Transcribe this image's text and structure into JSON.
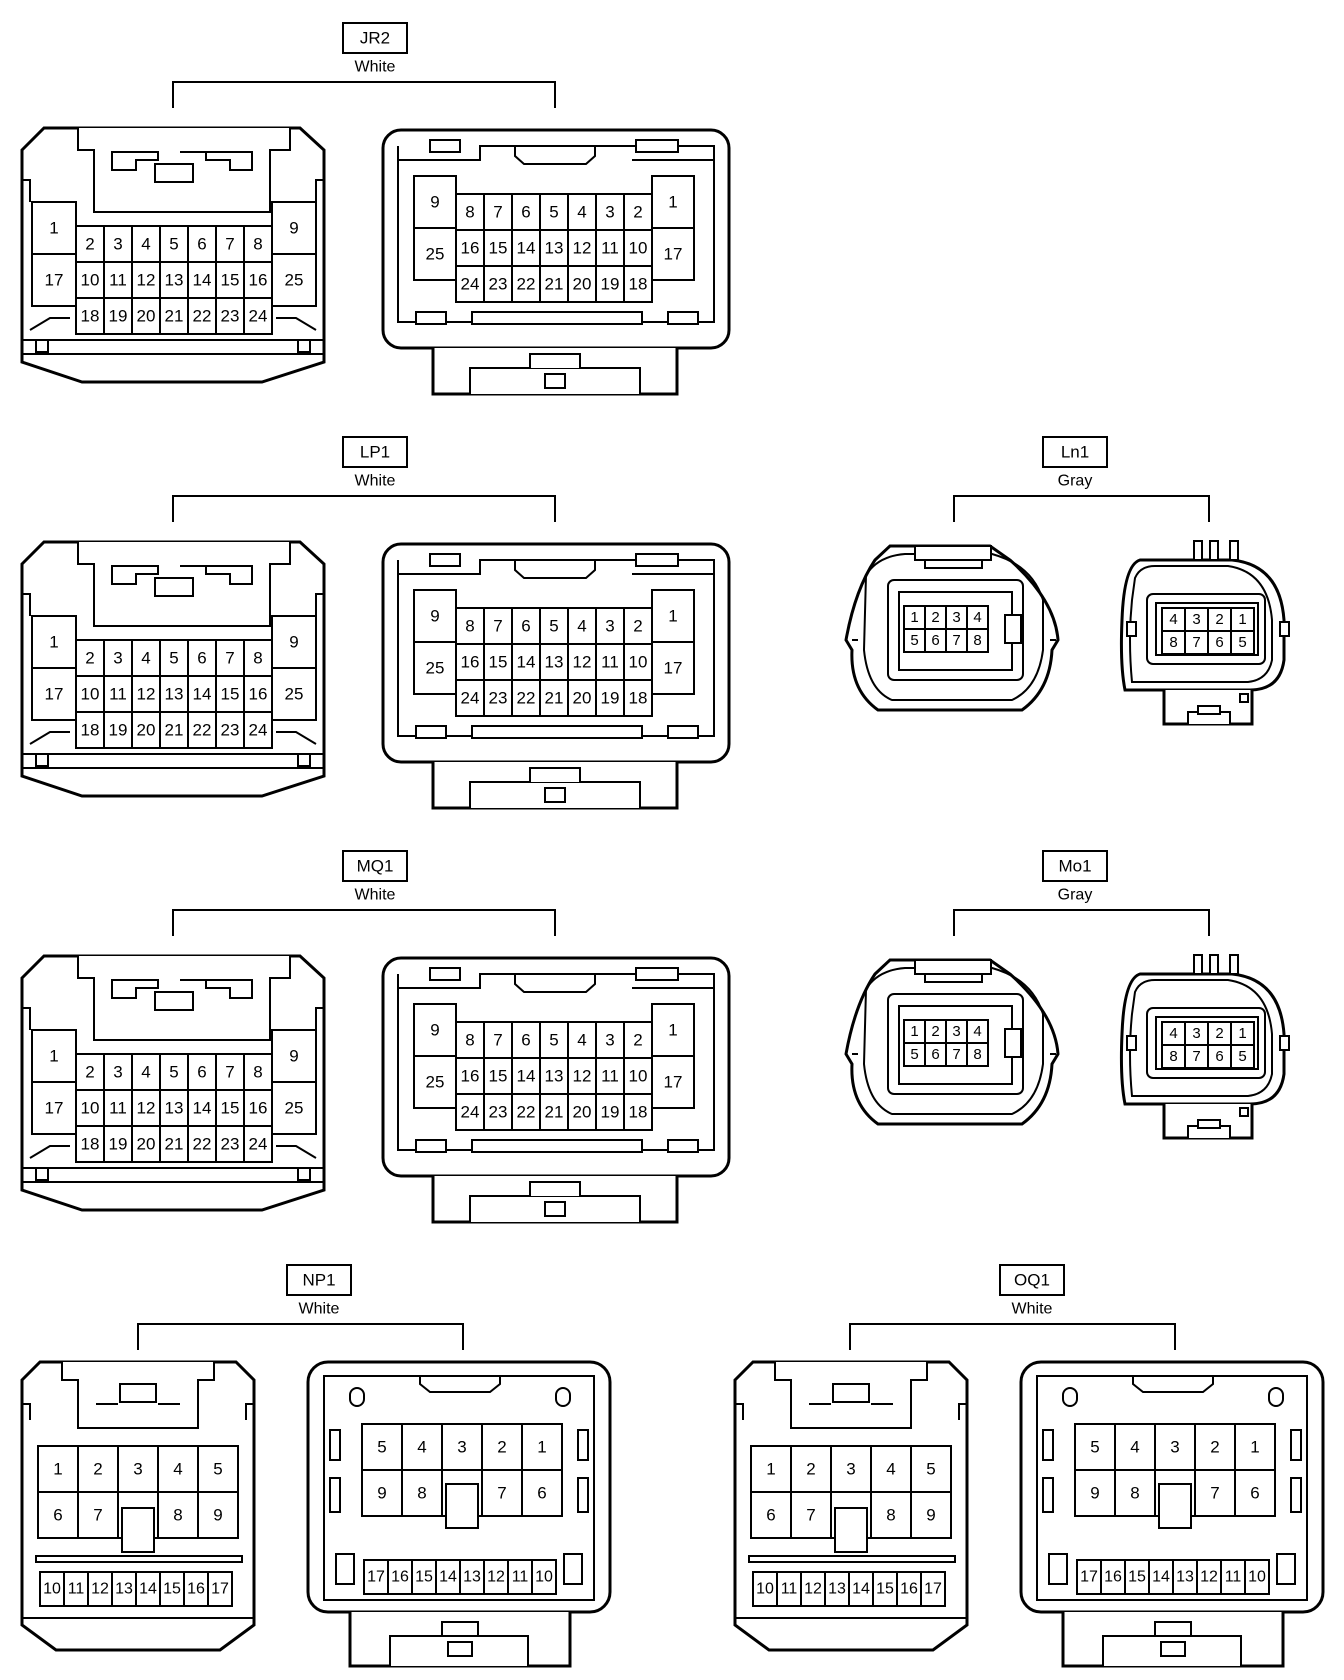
{
  "groups": [
    {
      "id": "JR2",
      "name": "JR2",
      "color": "White",
      "kind": "large"
    },
    {
      "id": "LP1",
      "name": "LP1",
      "color": "White",
      "kind": "large"
    },
    {
      "id": "Ln1",
      "name": "Ln1",
      "color": "Gray",
      "kind": "small"
    },
    {
      "id": "MQ1",
      "name": "MQ1",
      "color": "White",
      "kind": "large"
    },
    {
      "id": "Mo1",
      "name": "Mo1",
      "color": "Gray",
      "kind": "small"
    },
    {
      "id": "NP1",
      "name": "NP1",
      "color": "White",
      "kind": "medium"
    },
    {
      "id": "OQ1",
      "name": "OQ1",
      "color": "White",
      "kind": "medium"
    }
  ],
  "pinouts": {
    "large_left": {
      "side_left": [
        "1",
        "17"
      ],
      "rows": [
        [
          "2",
          "3",
          "4",
          "5",
          "6",
          "7",
          "8"
        ],
        [
          "10",
          "11",
          "12",
          "13",
          "14",
          "15",
          "16"
        ],
        [
          "18",
          "19",
          "20",
          "21",
          "22",
          "23",
          "24"
        ]
      ],
      "side_right": [
        "9",
        "25"
      ]
    },
    "large_right": {
      "side_left": [
        "9",
        "25"
      ],
      "rows": [
        [
          "8",
          "7",
          "6",
          "5",
          "4",
          "3",
          "2"
        ],
        [
          "16",
          "15",
          "14",
          "13",
          "12",
          "11",
          "10"
        ],
        [
          "24",
          "23",
          "22",
          "21",
          "20",
          "19",
          "18"
        ]
      ],
      "side_right": [
        "1",
        "17"
      ]
    },
    "small_left": [
      [
        "1",
        "2",
        "3",
        "4"
      ],
      [
        "5",
        "6",
        "7",
        "8"
      ]
    ],
    "small_right": [
      [
        "4",
        "3",
        "2",
        "1"
      ],
      [
        "8",
        "7",
        "6",
        "5"
      ]
    ],
    "medium_left": {
      "top": [
        [
          "1",
          "2",
          "3",
          "4",
          "5"
        ],
        [
          "6",
          "7",
          "",
          "8",
          "9"
        ]
      ],
      "bottom": [
        "10",
        "11",
        "12",
        "13",
        "14",
        "15",
        "16",
        "17"
      ]
    },
    "medium_right": {
      "top": [
        [
          "5",
          "4",
          "3",
          "2",
          "1"
        ],
        [
          "9",
          "8",
          "",
          "7",
          "6"
        ]
      ],
      "bottom": [
        "17",
        "16",
        "15",
        "14",
        "13",
        "12",
        "11",
        "10"
      ]
    }
  }
}
